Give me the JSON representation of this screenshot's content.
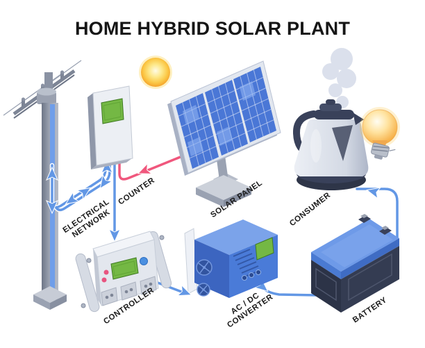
{
  "title": "HOME HYBRID SOLAR PLANT",
  "labels": {
    "electrical_network": {
      "line1": "ELECTRICAL",
      "line2": "NETWORK"
    },
    "counter": "COUNTER",
    "solar_panel": "SOLAR PANEL",
    "consumer": "CONSUMER",
    "controller": "CONTROLLER",
    "converter": {
      "line1": "AC / DC",
      "line2": "CONVERTER"
    },
    "battery": "BATTERY"
  },
  "icons": {
    "power_pole": "power-pole-icon",
    "counter_meter": "electric-meter-icon",
    "sun": "sun-icon",
    "solar_panel": "solar-panel-icon",
    "kettle": "kettle-icon",
    "steam": "steam-icon",
    "light_bulb": "light-bulb-icon",
    "controller": "charge-controller-icon",
    "converter": "ac-dc-converter-icon",
    "battery": "battery-icon"
  },
  "colors": {
    "wire_blue": "#6297e5",
    "wire_pink": "#f0577d",
    "screen_green": "#74b844",
    "panel_blue": "#4a77d6",
    "converter_blue": "#4a7bd8",
    "battery_navy": "#343c52",
    "sun_yellow": "#fbc846",
    "bulb_orange": "#f5a93b",
    "title_color": "#161616"
  }
}
